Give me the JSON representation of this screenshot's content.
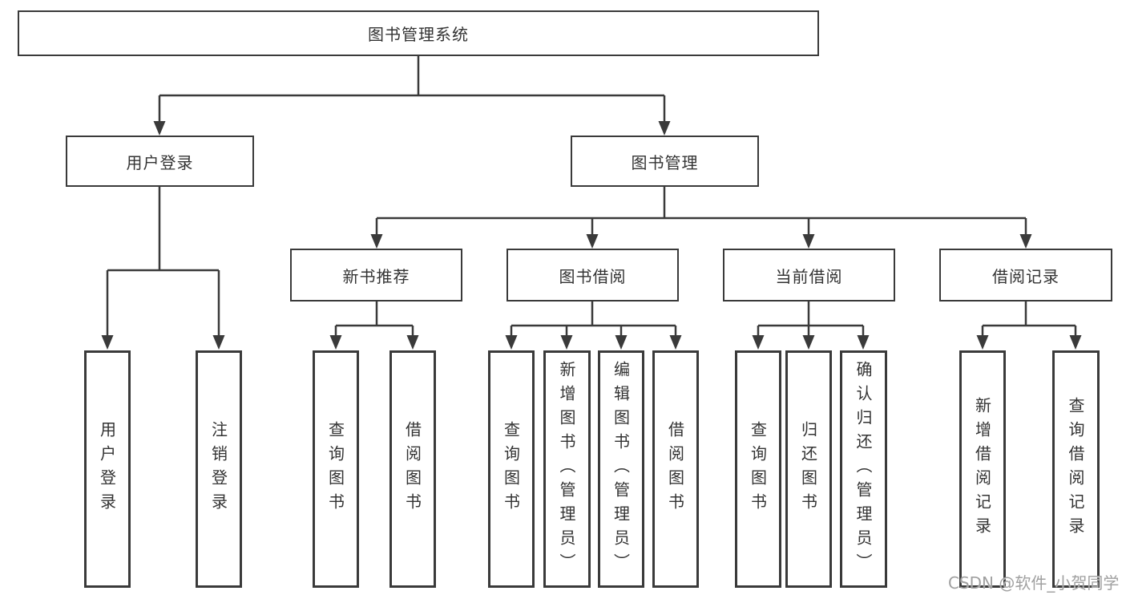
{
  "colors": {
    "line": "#3a3a3a",
    "text": "#333333",
    "watermark": "#a0a0a0",
    "background": "#ffffff"
  },
  "nodes": {
    "root": "图书管理系统",
    "l2": [
      "用户登录",
      "图书管理"
    ],
    "l3": [
      "新书推荐",
      "图书借阅",
      "当前借阅",
      "借阅记录"
    ],
    "leaf_a": [
      "用户登录",
      "注销登录"
    ],
    "leaf_b": [
      "查询图书",
      "借阅图书"
    ],
    "leaf_c": [
      "查询图书",
      "新增图书（管理员）",
      "编辑图书（管理员）",
      "借阅图书"
    ],
    "leaf_d": [
      "查询图书",
      "归还图书",
      "确认归还（管理员）"
    ],
    "leaf_e": [
      "新增借阅记录",
      "查询借阅记录"
    ]
  },
  "watermark": {
    "text": "CSDN @软件_小贺同学"
  }
}
